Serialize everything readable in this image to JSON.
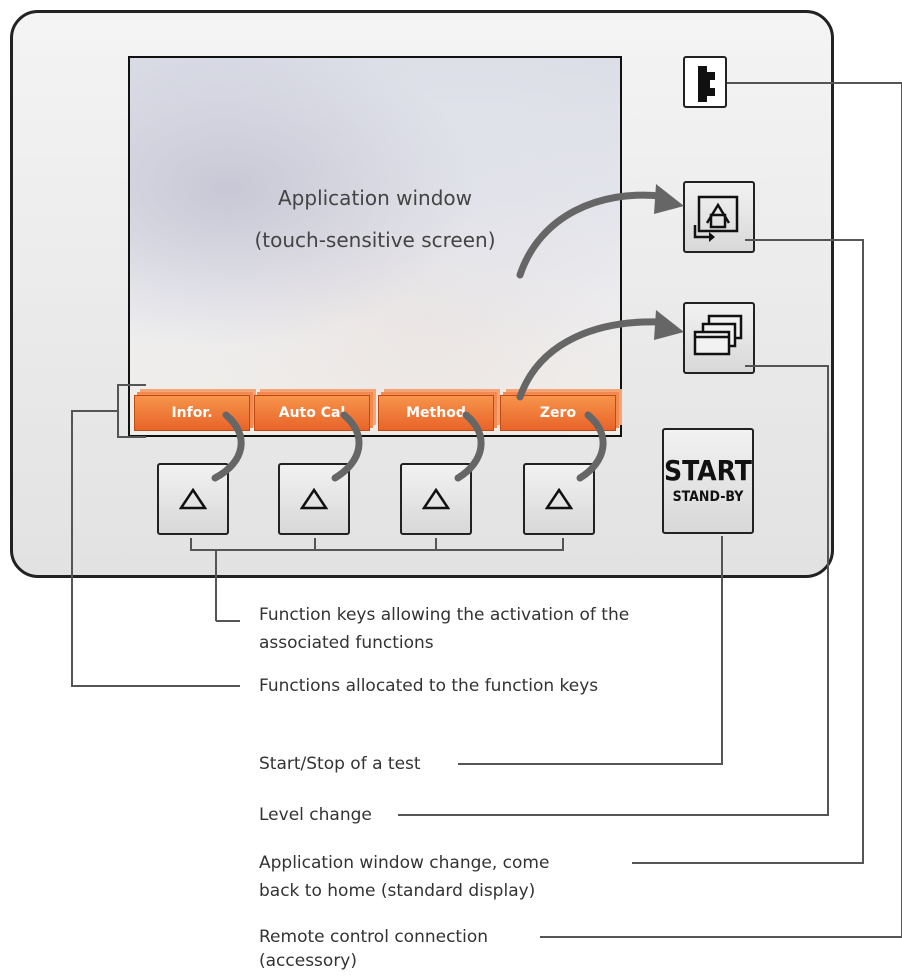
{
  "screen": {
    "line1": "Application window",
    "line2": "(touch-sensitive screen)"
  },
  "function_labels": [
    "Infor.",
    "Auto Cal",
    "Method",
    "Zero"
  ],
  "start_button": {
    "main": "START",
    "sub": "STAND-BY"
  },
  "icons": {
    "remote": "remote-control-connector-icon",
    "home": "home-window-icon",
    "level": "stacked-windows-icon",
    "function_key": "triangle-up-icon"
  },
  "callouts": {
    "function_keys": [
      "Function keys allowing the activation of the",
      "associated functions"
    ],
    "function_labels": "Functions allocated to the function keys",
    "start_stop": "Start/Stop of a test",
    "level_change": "Level change",
    "app_window_change": [
      "Application window change, come",
      "back to home (standard display)"
    ],
    "remote_control": [
      "Remote control connection",
      "(accessory)"
    ]
  },
  "colors": {
    "orange_label": "#e8642a",
    "panel_border": "#222222",
    "leader_lines": "#555555"
  }
}
